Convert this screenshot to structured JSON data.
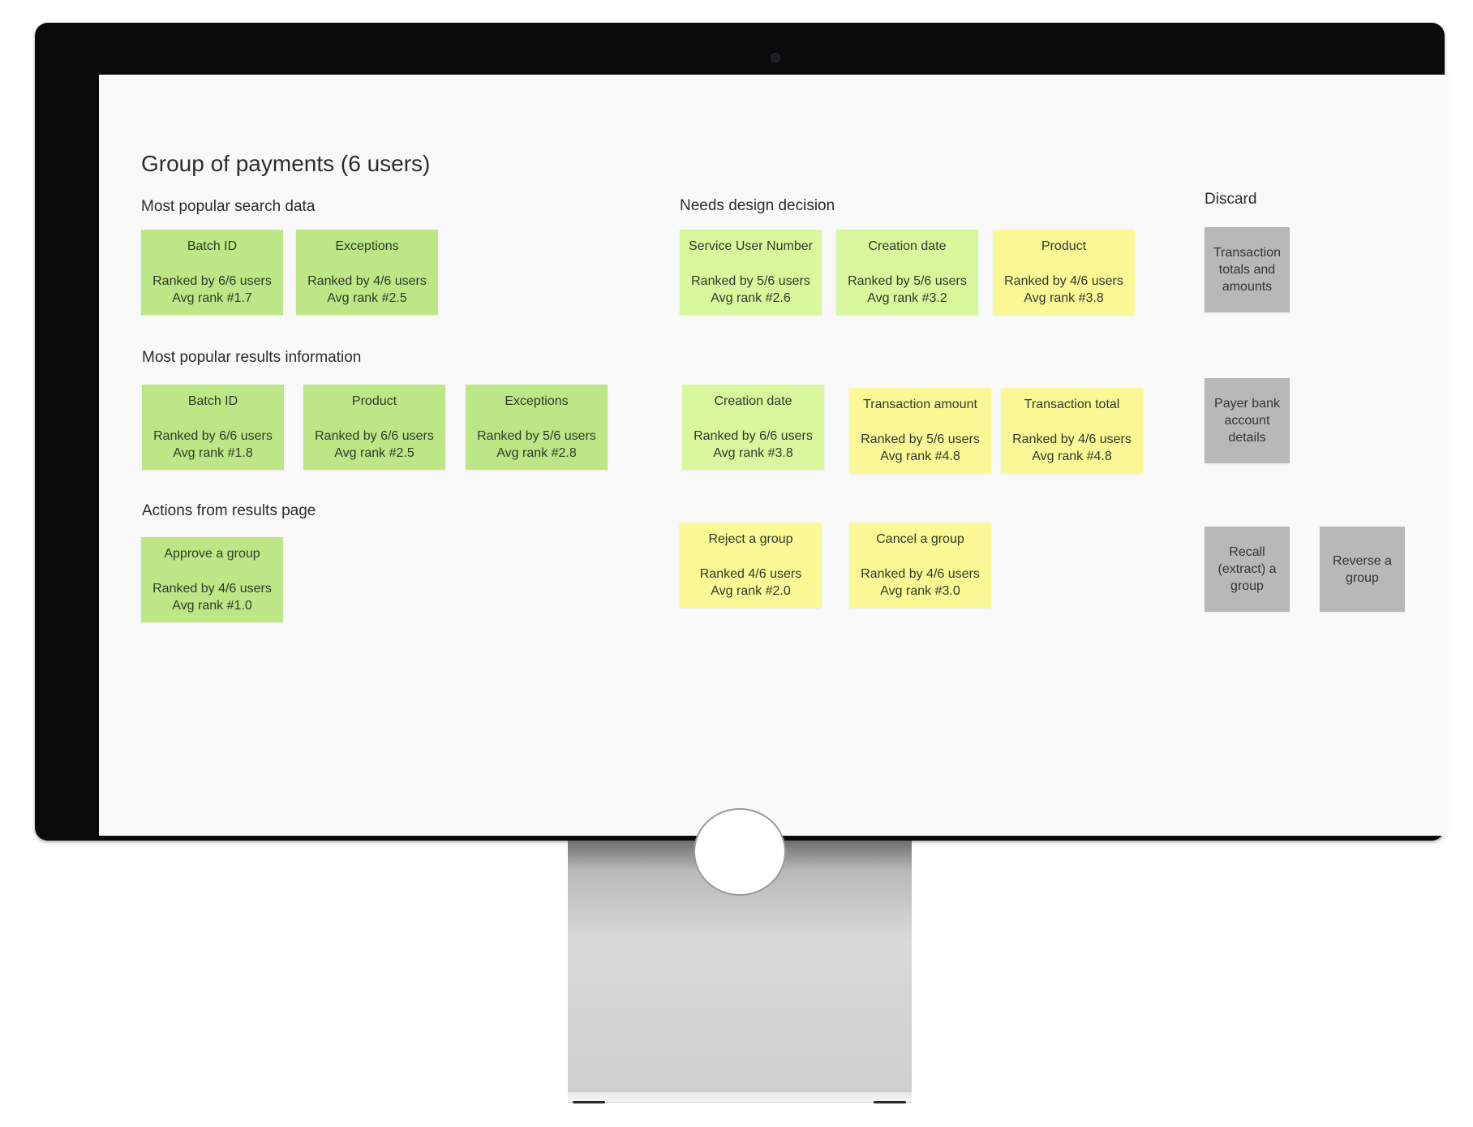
{
  "board": {
    "title": "Group of payments (6 users)",
    "sections": {
      "search": "Most popular search data",
      "results": "Most popular results information",
      "actions": "Actions from results page",
      "decision": "Needs design decision",
      "discard": "Discard"
    },
    "search_notes": [
      {
        "title": "Batch ID",
        "line1": "Ranked by 6/6 users",
        "line2": "Avg rank #1.7"
      },
      {
        "title": "Exceptions",
        "line1": "Ranked by 4/6 users",
        "line2": "Avg rank #2.5"
      }
    ],
    "results_notes": [
      {
        "title": "Batch ID",
        "line1": "Ranked by 6/6 users",
        "line2": "Avg rank #1.8"
      },
      {
        "title": "Product",
        "line1": "Ranked by 6/6 users",
        "line2": "Avg rank #2.5"
      },
      {
        "title": "Exceptions",
        "line1": "Ranked by 5/6 users",
        "line2": "Avg rank #2.8"
      }
    ],
    "actions_notes": [
      {
        "title": "Approve a group",
        "line1": "Ranked by 4/6 users",
        "line2": "Avg rank #1.0"
      }
    ],
    "decision_search_notes": [
      {
        "title": "Service User Number",
        "line1": "Ranked by 5/6 users",
        "line2": "Avg rank #2.6"
      },
      {
        "title": "Creation date",
        "line1": "Ranked by 5/6 users",
        "line2": "Avg rank #3.2"
      },
      {
        "title": "Product",
        "line1": "Ranked by 4/6 users",
        "line2": "Avg rank #3.8"
      }
    ],
    "decision_results_notes": [
      {
        "title": "Creation date",
        "line1": "Ranked by 6/6 users",
        "line2": "Avg rank #3.8"
      },
      {
        "title": "Transaction amount",
        "line1": "Ranked by 5/6 users",
        "line2": "Avg rank #4.8"
      },
      {
        "title": "Transaction total",
        "line1": "Ranked by 4/6 users",
        "line2": "Avg rank #4.8"
      }
    ],
    "decision_actions_notes": [
      {
        "title": "Reject a group",
        "line1": "Ranked 4/6 users",
        "line2": "Avg rank #2.0"
      },
      {
        "title": "Cancel a group",
        "line1": "Ranked by 4/6 users",
        "line2": "Avg rank #3.0"
      }
    ],
    "discard_notes": [
      {
        "label": "Transaction totals and amounts"
      },
      {
        "label": "Payer bank account details"
      },
      {
        "label": "Recall (extract) a group"
      },
      {
        "label": "Reverse a group"
      }
    ]
  },
  "colors": {
    "green": "#bde786",
    "light_green": "#d9f79d",
    "yellow": "#fbf896",
    "gray": "#b8b8b8",
    "bezel": "#0b0b0b",
    "screen": "#f9f9f9"
  },
  "icons": {
    "camera": "camera-icon"
  }
}
